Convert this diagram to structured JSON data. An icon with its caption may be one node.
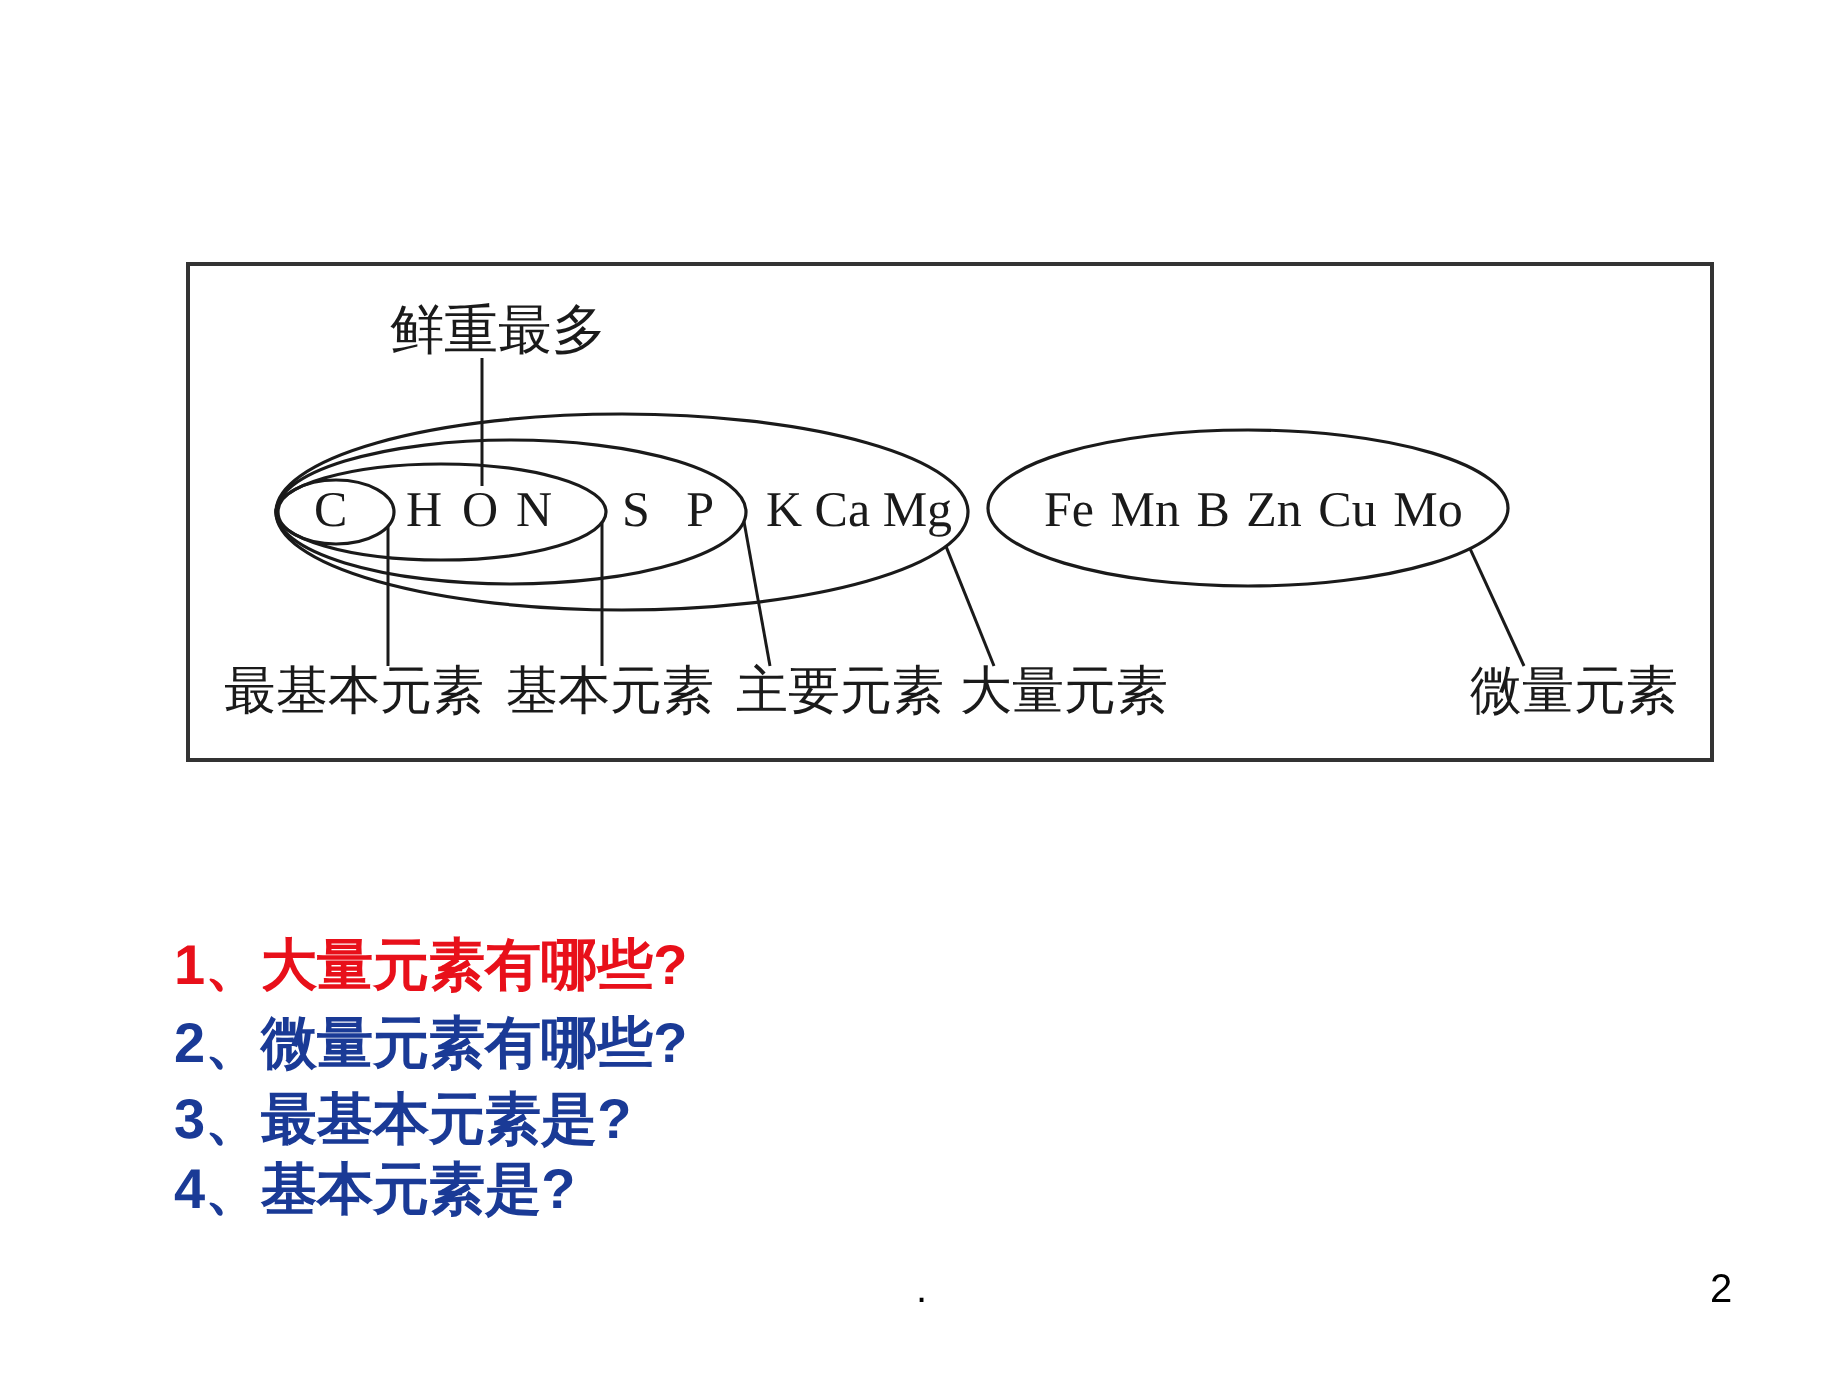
{
  "diagram": {
    "nodes": [
      {
        "text": [
          "鲜重最多"
        ]
      },
      {
        "text": [
          "K Ca Mg"
        ]
      },
      {
        "text": [
          "S P"
        ],
        "in": 1
      },
      {
        "text": [
          "H",
          "N"
        ],
        "in": 2
      },
      {
        "text": [
          "C"
        ],
        "in": 3
      },
      {
        "text": [
          "O"
        ],
        "in": 3
      },
      {
        "text": [
          "Fe Mn B Zn Cu Mo"
        ]
      },
      {
        "text": [
          "最基本元素"
        ]
      },
      {
        "text": [
          "基本元素"
        ]
      },
      {
        "text": [
          "主要元素"
        ]
      },
      {
        "text": [
          "大量元素"
        ]
      },
      {
        "text": [
          "微量元素"
        ]
      }
    ],
    "edges": [
      {
        "from": 0,
        "to": 5,
        "arrow": "none"
      },
      {
        "from": 7,
        "to": 4,
        "arrow": "none"
      },
      {
        "from": 8,
        "to": 3,
        "arrow": "none"
      },
      {
        "from": 9,
        "to": 2,
        "arrow": "none"
      },
      {
        "from": 10,
        "to": 1,
        "arrow": "none"
      },
      {
        "from": 11,
        "to": 6,
        "arrow": "none"
      }
    ],
    "labels": [
      "1、大量元素有哪些?",
      "2、微量元素有哪些?",
      "3、最基本元素是?",
      "4、基本元素是?",
      ".",
      "2"
    ]
  }
}
